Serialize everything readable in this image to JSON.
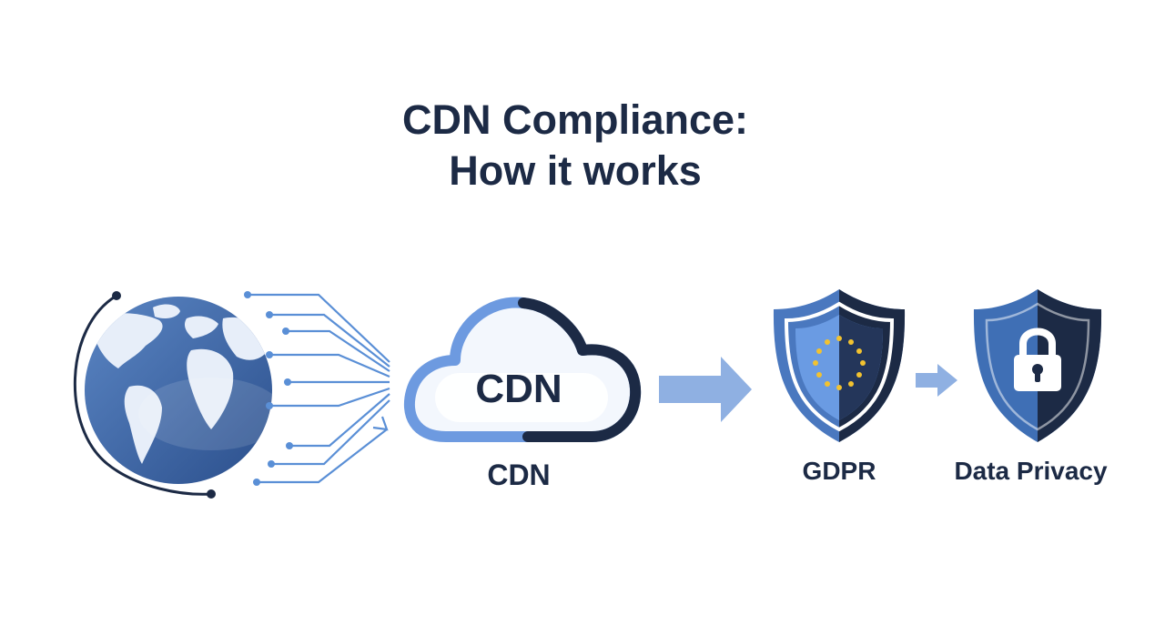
{
  "title": {
    "line1": "CDN Compliance:",
    "line2": "How it works"
  },
  "nodes": {
    "cdn": {
      "inner_label": "CDN",
      "caption": "CDN"
    },
    "gdpr": {
      "caption": "GDPR"
    },
    "data_privacy": {
      "caption": "Data Privacy"
    }
  },
  "colors": {
    "navy": "#1c2a45",
    "blue": "#3f6fb5",
    "light_blue": "#8fb0e2",
    "line_blue": "#5a8fd6",
    "star_yellow": "#f2c230"
  },
  "icons": [
    "globe-icon",
    "network-lines-icon",
    "cloud-icon",
    "arrow-right-icon",
    "eu-shield-icon",
    "lock-shield-icon"
  ]
}
